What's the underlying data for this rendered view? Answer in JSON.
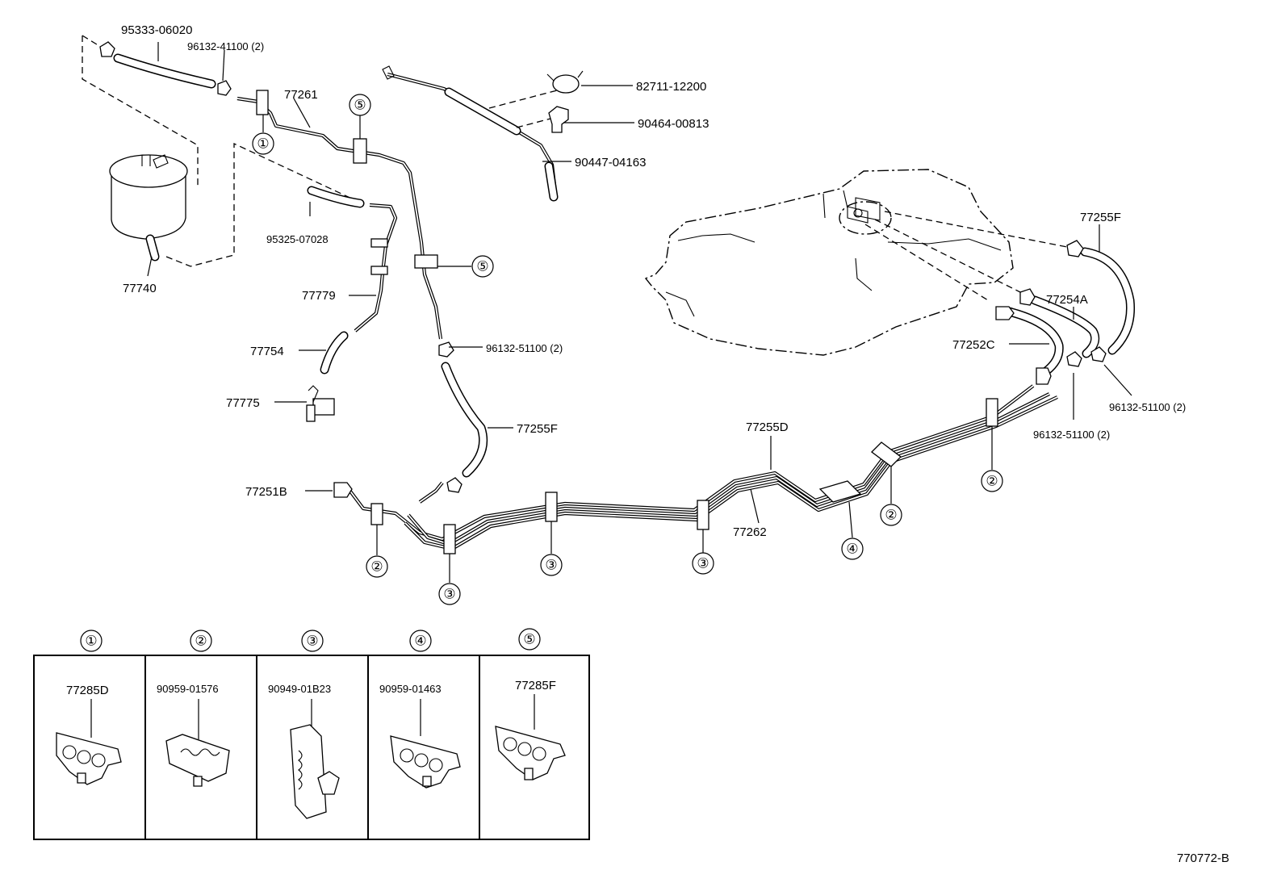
{
  "labels": {
    "p95333_06020": "95333-06020",
    "p96132_41100": "96132-41100 (2)",
    "p77261": "77261",
    "p82711_12200": "82711-12200",
    "p90464_00813": "90464-00813",
    "p90447_04163": "90447-04163",
    "p95325_07028": "95325-07028",
    "p77740": "77740",
    "p77779": "77779",
    "p77754": "77754",
    "p77775": "77775",
    "p96132_51100_a": "96132-51100 (2)",
    "p77255F_a": "77255F",
    "p77251B": "77251B",
    "p77255D": "77255D",
    "p77262": "77262",
    "p77255F_b": "77255F",
    "p77254A": "77254A",
    "p77252C": "77252C",
    "p96132_51100_b": "96132-51100 (2)",
    "p96132_51100_c": "96132-51100 (2)",
    "drawing_number": "770772-B"
  },
  "callouts": {
    "c1": "①",
    "c2": "②",
    "c3": "③",
    "c4": "④",
    "c5": "⑤"
  },
  "legend": {
    "cells": [
      {
        "symbol": "①",
        "part": "77285D"
      },
      {
        "symbol": "②",
        "part": "90959-01576"
      },
      {
        "symbol": "③",
        "part": "90949-01B23"
      },
      {
        "symbol": "④",
        "part": "90959-01463"
      },
      {
        "symbol": "⑤",
        "part": "77285F"
      }
    ]
  }
}
